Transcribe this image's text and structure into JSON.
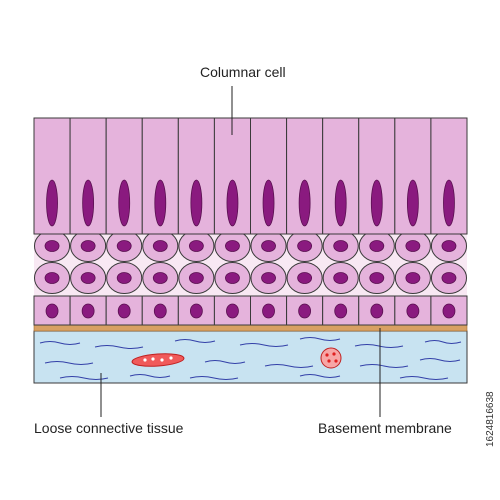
{
  "labels": {
    "columnar_cell": "Columnar cell",
    "loose_connective_tissue": "Loose connective tissue",
    "basement_membrane": "Basement membrane"
  },
  "stock_id": "1624816638",
  "columns": 12,
  "colors": {
    "columnar_fill": "#e5b3dc",
    "nucleus_fill": "#8a1a7f",
    "cell_band_bg": "#f8e8f3",
    "basement_membrane": "#d8a063",
    "connective_tissue": "#c8e3f1",
    "fiber": "#3340a8",
    "blood_cell": "#e33b3b",
    "outline": "#3a3a3a"
  }
}
